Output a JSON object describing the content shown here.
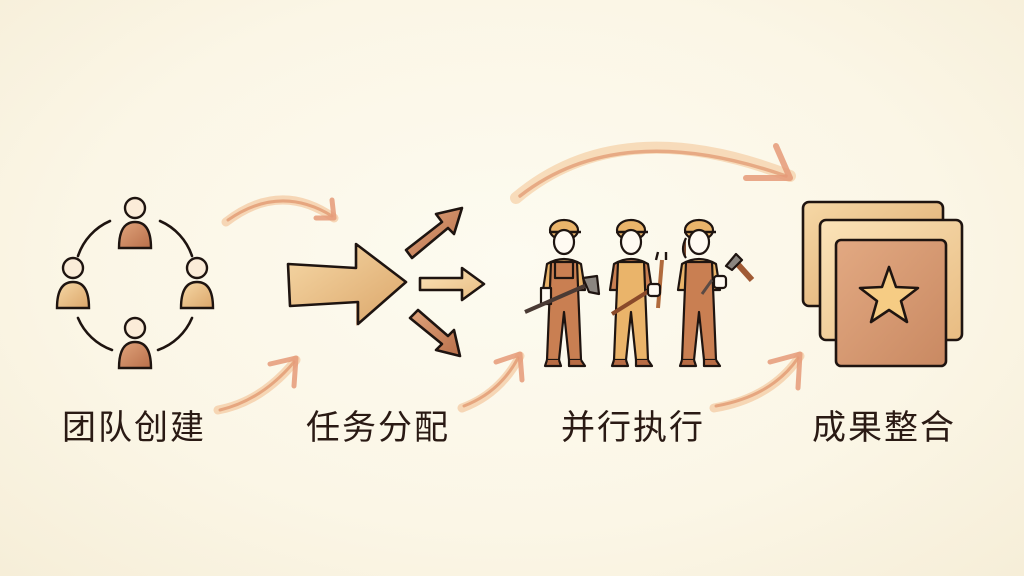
{
  "diagram": {
    "type": "process-flow",
    "background_color": "#fbf6e6",
    "accent_colors": {
      "ink": "#1e1410",
      "copper": "#c9825a",
      "tan": "#e8b878",
      "light_tan": "#f2cf96",
      "arrow_wash": "#e8a070"
    },
    "steps": [
      {
        "label": "团队创建",
        "icon": "team-circle-icon"
      },
      {
        "label": "任务分配",
        "icon": "split-arrows-icon"
      },
      {
        "label": "并行执行",
        "icon": "workers-icon"
      },
      {
        "label": "成果整合",
        "icon": "stacked-cards-star-icon"
      }
    ],
    "connectors": [
      {
        "from": 0,
        "to": 1,
        "icon": "curved-arrow-icon"
      },
      {
        "from": 1,
        "to": 2,
        "icon": "curved-arrow-icon"
      },
      {
        "from": 2,
        "to": 3,
        "icon": "curved-arrow-icon"
      }
    ]
  }
}
